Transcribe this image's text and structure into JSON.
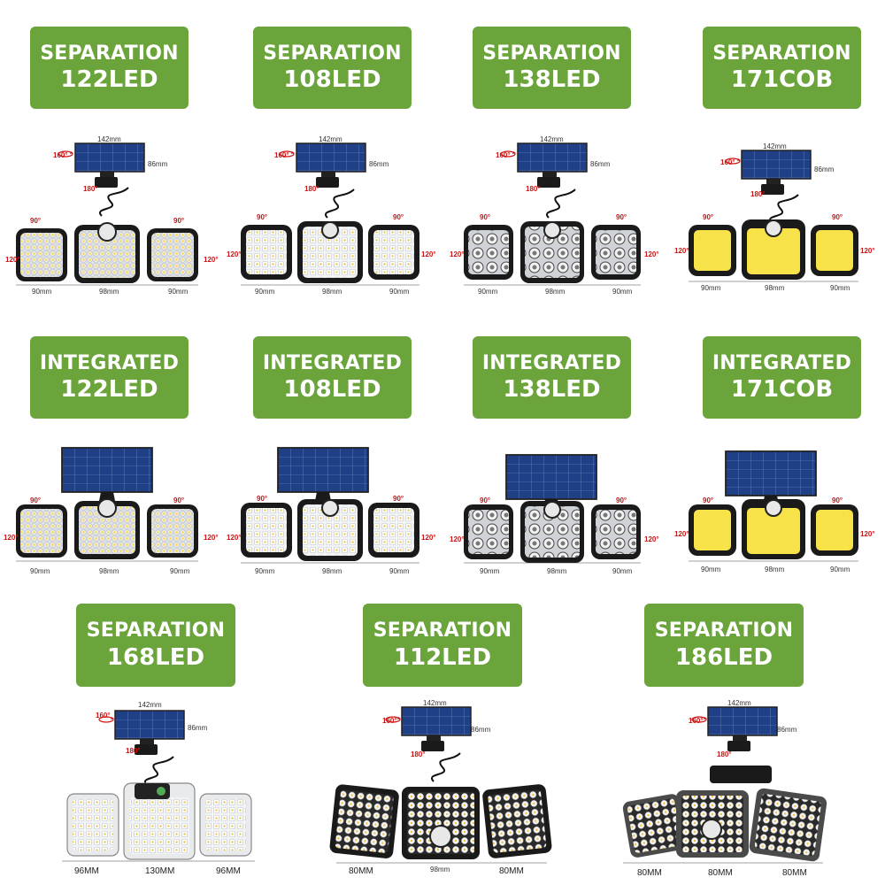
{
  "labels": [
    {
      "line1": "SEPARATION",
      "line2": "122LED"
    },
    {
      "line1": "SEPARATION",
      "line2": "108LED"
    },
    {
      "line1": "SEPARATION",
      "line2": "138LED"
    },
    {
      "line1": "SEPARATION",
      "line2": "171COB"
    },
    {
      "line1": "INTEGRATED",
      "line2": "122LED"
    },
    {
      "line1": "INTEGRATED",
      "line2": "108LED"
    },
    {
      "line1": "INTEGRATED",
      "line2": "138LED"
    },
    {
      "line1": "INTEGRATED",
      "line2": "171COB"
    },
    {
      "line1": "SEPARATION",
      "line2": "168LED"
    },
    {
      "line1": "SEPARATION",
      "line2": "112LED"
    },
    {
      "line1": "SEPARATION",
      "line2": "186LED"
    }
  ],
  "dims": {
    "panel_w": "142mm",
    "panel_h": "86mm",
    "ang_160": "160°",
    "ang_180": "180°",
    "ang_90": "90°",
    "ang_120": "120°",
    "w90": "90mm",
    "w98": "98mm",
    "w96M": "96MM",
    "w130M": "130MM",
    "w80M": "80MM"
  },
  "colors": {
    "label_bg": "#6aa43a",
    "angle_red": "#d01010",
    "solar_blue": "#1f3f86",
    "cob_yellow": "#f7e24a"
  }
}
